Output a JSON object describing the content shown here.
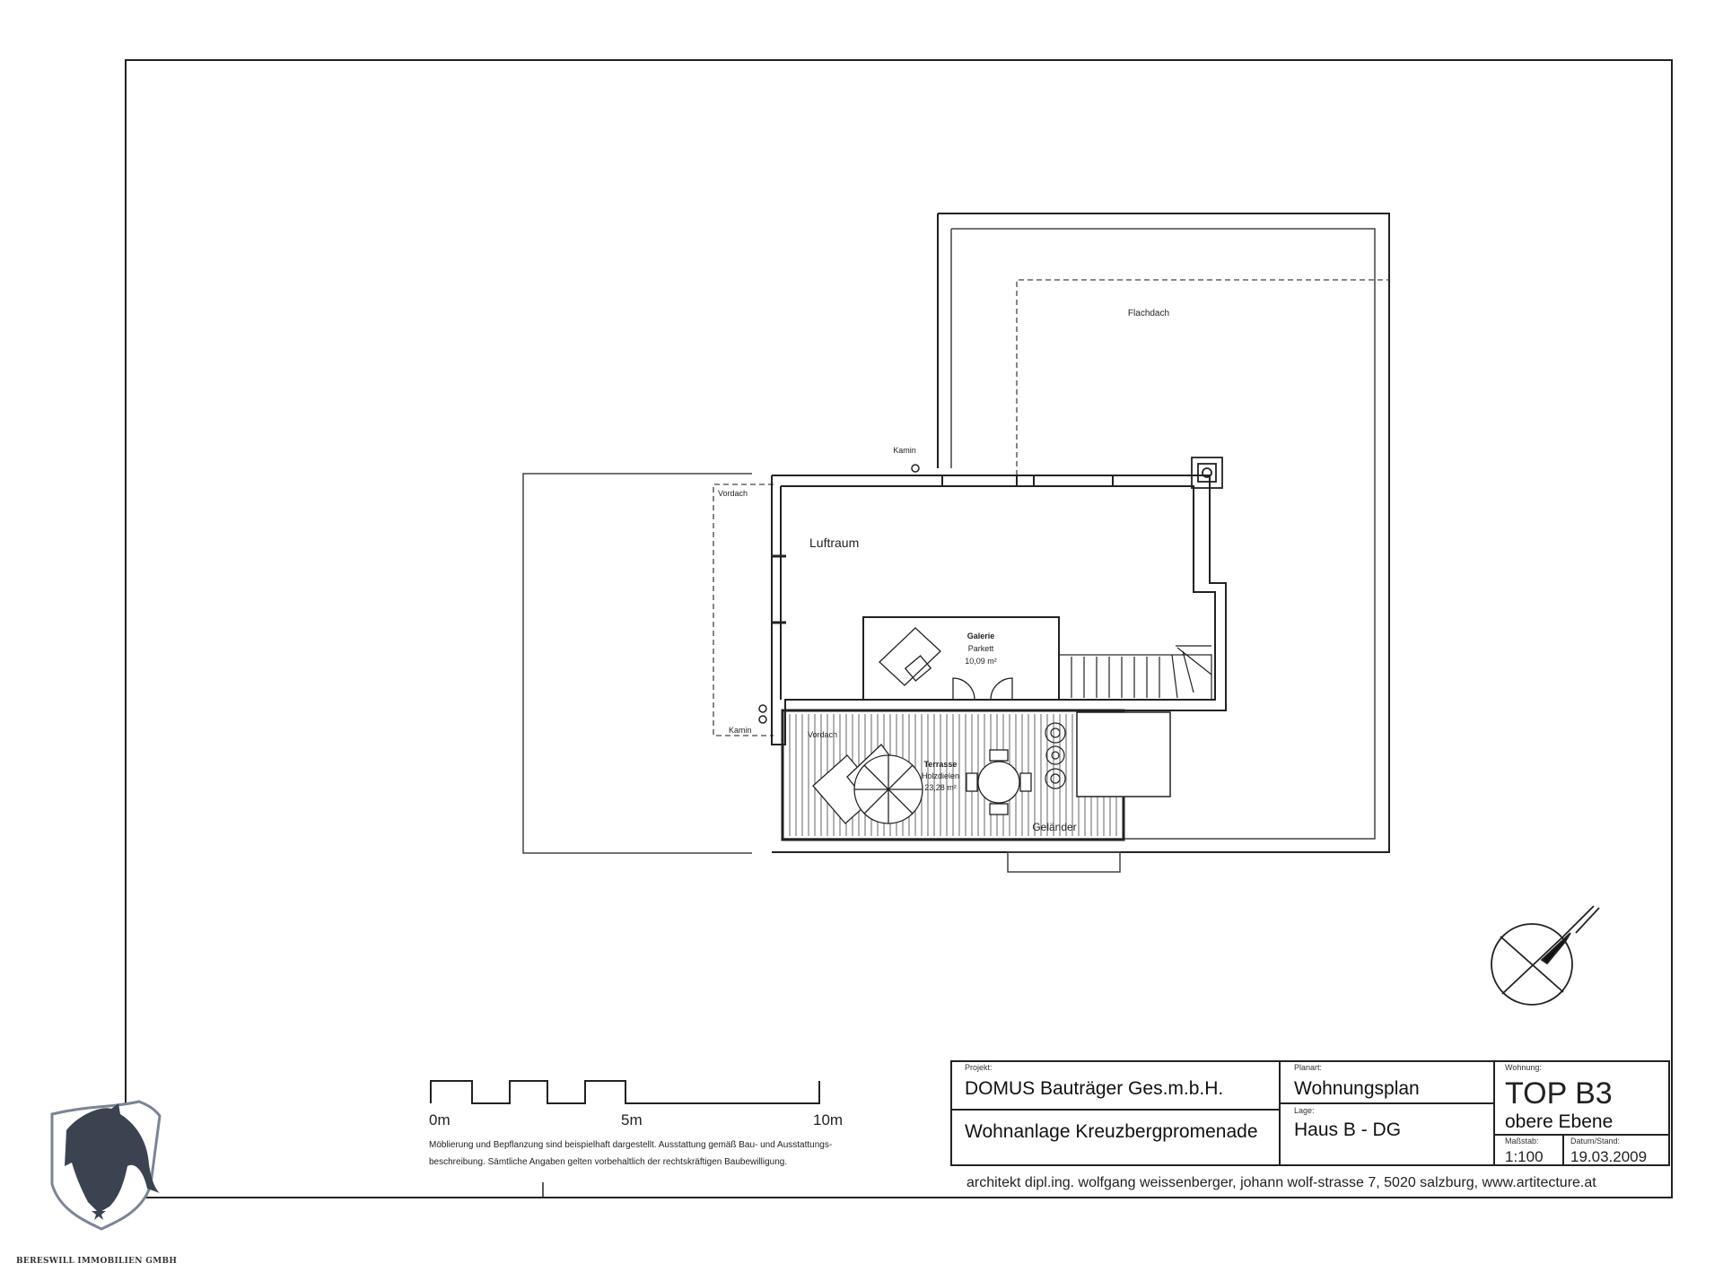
{
  "rooms": {
    "flachdach": "Flachdach",
    "kamin_top": "Kamin",
    "vordach_top": "Vordach",
    "luftraum": "Luftraum",
    "galerie_name": "Galerie",
    "galerie_floor": "Parkett",
    "galerie_area": "10,09 m²",
    "kamin_bottom": "Kamin",
    "vordach_bottom": "Vordach",
    "terrasse_name": "Terrasse",
    "terrasse_floor": "Holzdielen",
    "terrasse_area": "23,28 m²",
    "gelaender": "Geländer"
  },
  "scale_bar": {
    "label_0": "0m",
    "label_5": "5m",
    "label_10": "10m",
    "note_line1": "Möblierung und Bepflanzung sind beispielhaft dargestellt. Ausstattung gemäß Bau- und Ausstattungs-",
    "note_line2": "beschreibung. Sämtliche Angaben gelten vorbehaltlich der rechtskräftigen Baubewilligung."
  },
  "title_block": {
    "projekt_label": "Projekt:",
    "projekt_value": "DOMUS Bauträger Ges.m.b.H.",
    "projekt_value2": "Wohnanlage Kreuzbergpromenade",
    "planart_label": "Planart:",
    "planart_value": "Wohnungsplan",
    "lage_label": "Lage:",
    "lage_value": "Haus B - DG",
    "wohnung_label": "Wohnung:",
    "wohnung_value": "TOP B3",
    "ebene_value": "obere Ebene",
    "massstab_label": "Maßstab:",
    "massstab_value": "1:100",
    "datum_label": "Datum/Stand:",
    "datum_value": "19.03.2009",
    "footer": "architekt dipl.ing. wolfgang weissenberger,  johann wolf-strasse 7,  5020 salzburg,   www.artitecture.at"
  },
  "logo": {
    "company": "BERESWILL IMMOBILIEN GMBH"
  },
  "colors": {
    "line": "#222222",
    "paper": "#ffffff"
  }
}
